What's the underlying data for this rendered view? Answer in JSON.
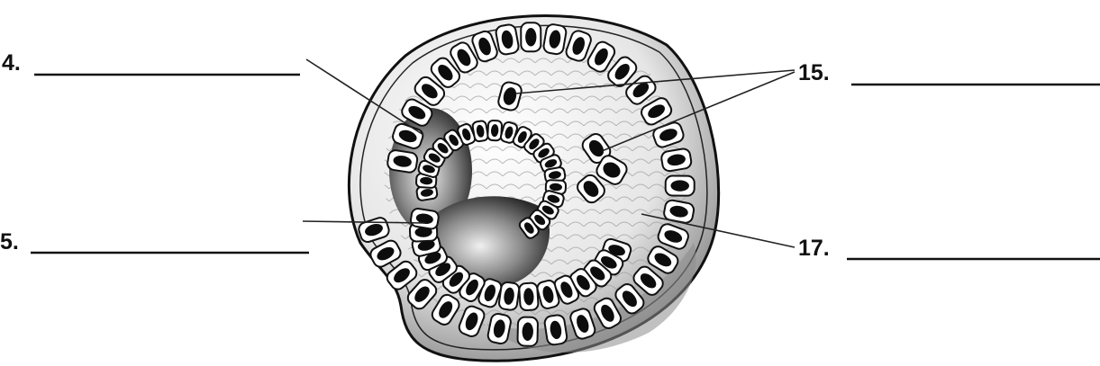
{
  "diagram": {
    "labels": [
      {
        "id": "label-4",
        "number": "4."
      },
      {
        "id": "label-5",
        "number": "5."
      },
      {
        "id": "label-15",
        "number": "15."
      },
      {
        "id": "label-17",
        "number": "17."
      }
    ],
    "colors": {
      "ink": "#111111",
      "cell_fill": "#ffffff",
      "nucleus": "#0d0d0d",
      "cavity_shade": "#3a3a3a",
      "surface_shade": "#9a9a9a"
    }
  }
}
